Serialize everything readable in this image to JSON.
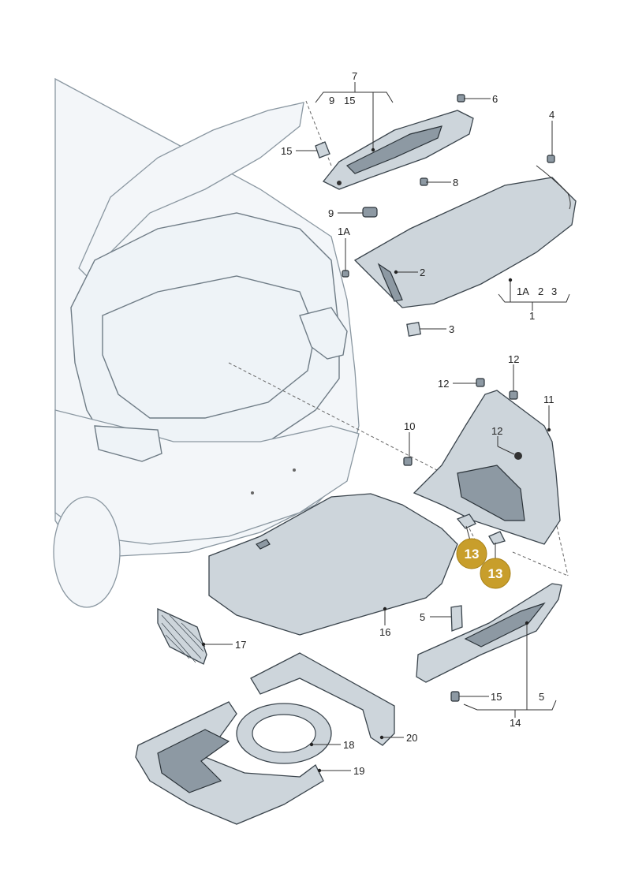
{
  "labels": {
    "l7": "7",
    "l9a": "9",
    "l15a": "15",
    "l6": "6",
    "l4": "4",
    "l15b": "15",
    "l8": "8",
    "l9b": "9",
    "l1A": "1A",
    "l2": "2",
    "l1Ab": "1A",
    "l2b": "2",
    "l3b": "3",
    "l1": "1",
    "l3": "3",
    "l12a": "12",
    "l12b": "12",
    "l11": "11",
    "l10": "10",
    "l12c": "12",
    "l5a": "5",
    "l17": "17",
    "l16": "16",
    "l15c": "15",
    "l5b": "5",
    "l14": "14",
    "l18": "18",
    "l20": "20",
    "l19": "19"
  },
  "highlights": {
    "h1": "13",
    "h2": "13"
  },
  "colors": {
    "highlight": "#c89e2b",
    "part_fill": "#cdd5db",
    "outline": "#6f7c86"
  }
}
